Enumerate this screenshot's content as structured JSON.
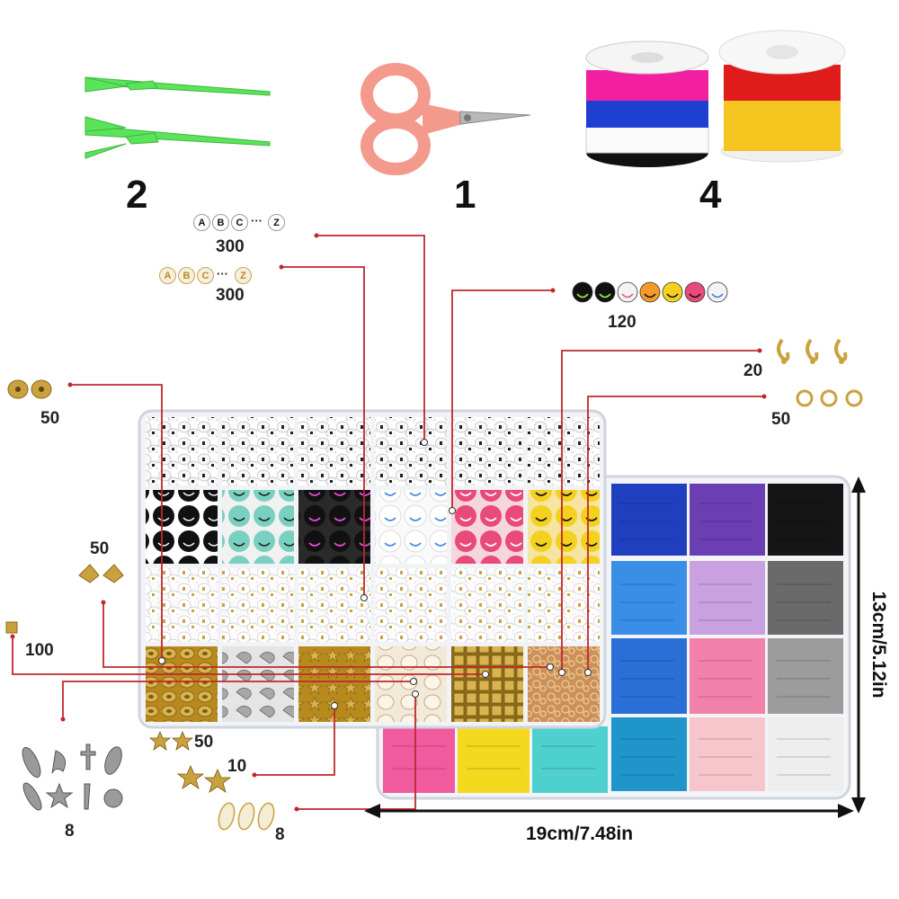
{
  "tools": {
    "tweezers_count": "2",
    "scissors_count": "1",
    "string_count": "4"
  },
  "callouts": {
    "white_letters": {
      "sample": [
        "A",
        "B",
        "C",
        "Z"
      ],
      "ellipsis": "···",
      "count": "300"
    },
    "gold_letters": {
      "sample": [
        "A",
        "B",
        "C",
        "Z"
      ],
      "ellipsis": "···",
      "count": "300"
    },
    "smiley": {
      "count": "120"
    },
    "lobster_clasps": {
      "count": "20"
    },
    "jump_rings": {
      "count": "50"
    },
    "spacer_beads": {
      "count": "50"
    },
    "crimp_covers": {
      "count": "50"
    },
    "cube_beads": {
      "count": "100"
    },
    "star_beads": {
      "count": "50"
    },
    "star_charms": {
      "count": "10"
    },
    "pendants": {
      "count": "8"
    },
    "shells": {
      "count": "8"
    }
  },
  "dimensions": {
    "height": "13cm/5.12in",
    "width": "19cm/7.48in"
  },
  "colors": {
    "callout_line": "#c0282c",
    "tweezers": "#5be35b",
    "scissors_handle": "#f39a8c",
    "gold": "#c9a13f",
    "silver": "#a9a9a9"
  }
}
